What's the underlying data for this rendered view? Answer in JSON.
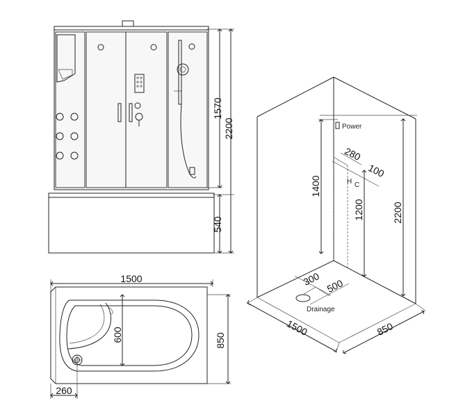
{
  "front_view": {
    "dims": {
      "cabin_height": "1570",
      "total_height": "2200",
      "tray_height": "540"
    }
  },
  "top_view": {
    "dims": {
      "width": "1500",
      "depth": "850",
      "seat_depth": "600",
      "drain_offset": "260"
    }
  },
  "iso_view": {
    "labels": {
      "power": "Power",
      "drainage": "Drainage",
      "hot": "H",
      "cold": "C"
    },
    "dims": {
      "power_height": "1400",
      "valve_height": "1200",
      "total_height": "2200",
      "valve_spacing": "280",
      "valve_offset": "100",
      "drain_x": "300",
      "drain_y": "500",
      "width": "1500",
      "depth": "850"
    }
  }
}
